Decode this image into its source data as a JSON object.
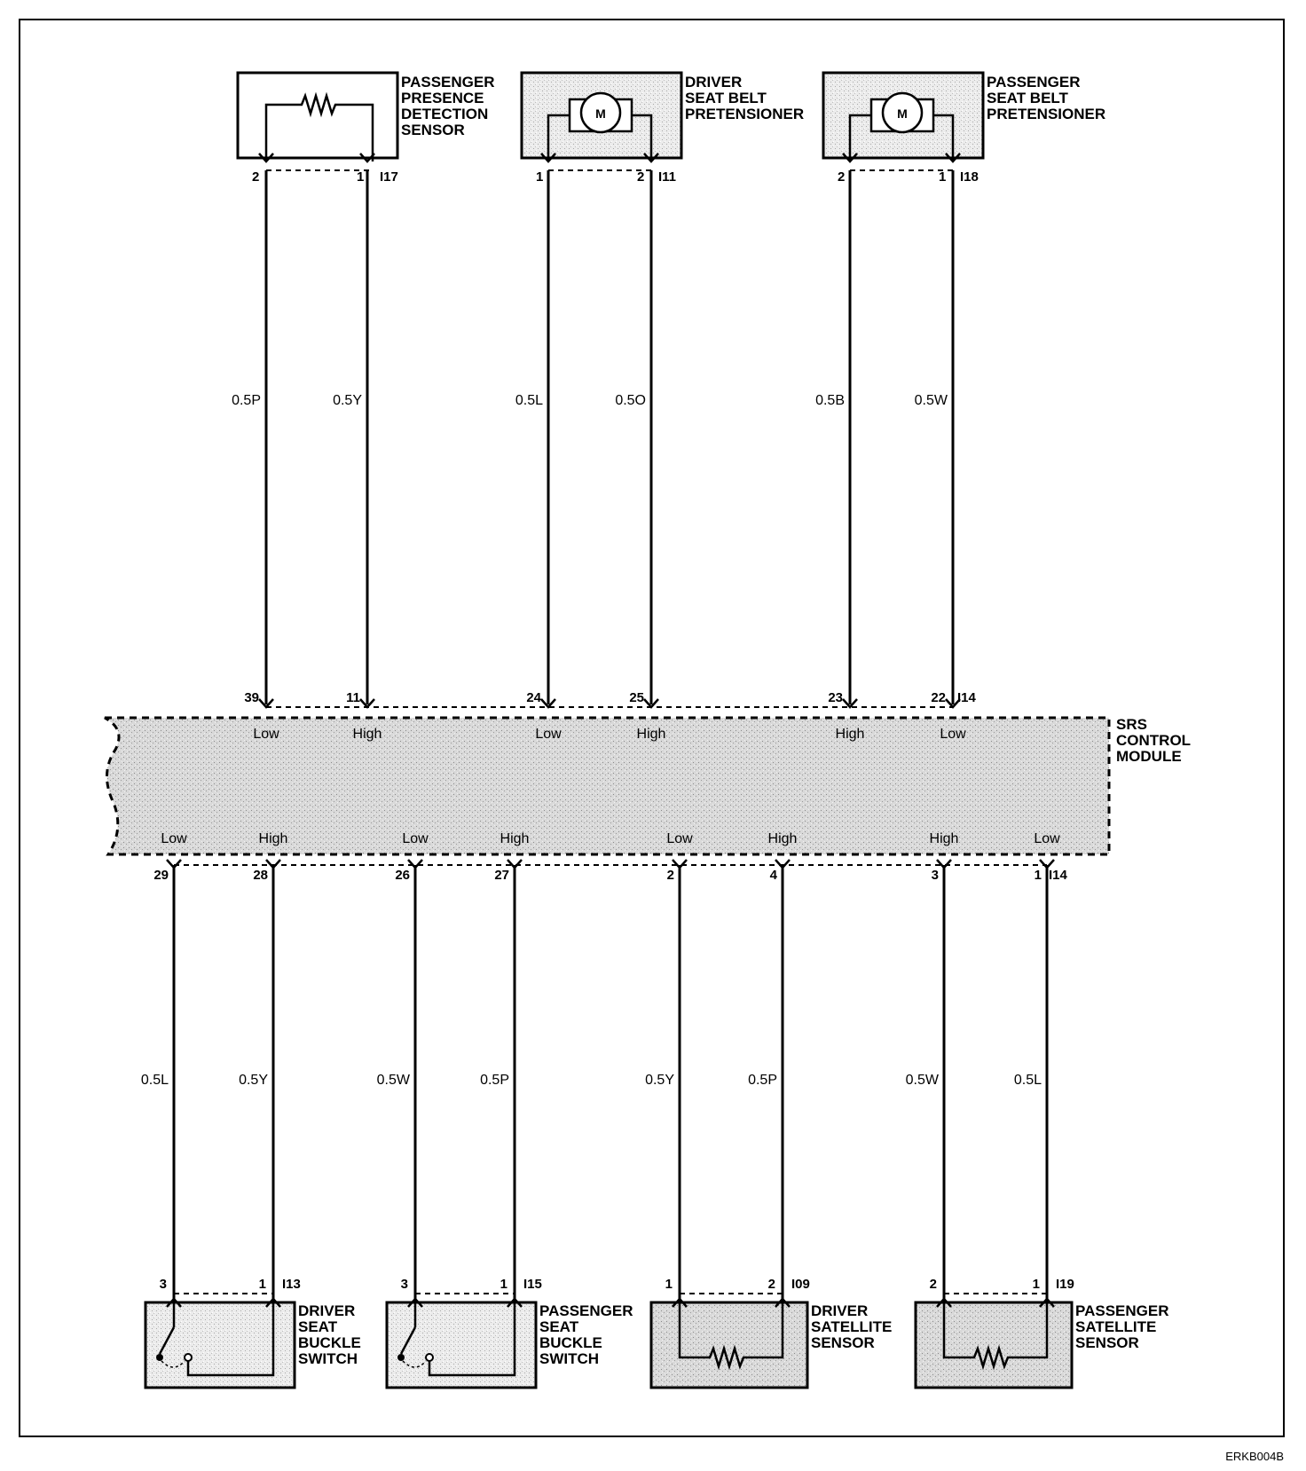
{
  "diagram_code": "ERKB004B",
  "module": {
    "name_lines": [
      "SRS",
      "CONTROL",
      "MODULE"
    ],
    "connector_top": "I14",
    "connector_bottom": "I14"
  },
  "top_components": [
    {
      "id": "ppd",
      "name_lines": [
        "PASSENGER",
        "PRESENCE",
        "DETECTION",
        "SENSOR"
      ],
      "symbol": "resistor",
      "connector": "I17",
      "pins": [
        "2",
        "1"
      ],
      "wires": [
        {
          "color": "0.5P",
          "module_pin": "39",
          "level": "Low"
        },
        {
          "color": "0.5Y",
          "module_pin": "11",
          "level": "High"
        }
      ]
    },
    {
      "id": "dsbp",
      "name_lines": [
        "DRIVER",
        "SEAT BELT",
        "PRETENSIONER"
      ],
      "symbol": "motor",
      "symbol_text": "M",
      "connector": "I11",
      "pins": [
        "1",
        "2"
      ],
      "wires": [
        {
          "color": "0.5L",
          "module_pin": "24",
          "level": "Low"
        },
        {
          "color": "0.5O",
          "module_pin": "25",
          "level": "High"
        }
      ]
    },
    {
      "id": "psbp",
      "name_lines": [
        "PASSENGER",
        "SEAT BELT",
        "PRETENSIONER"
      ],
      "symbol": "motor",
      "symbol_text": "M",
      "connector": "I18",
      "pins": [
        "2",
        "1"
      ],
      "wires": [
        {
          "color": "0.5B",
          "module_pin": "23",
          "level": "High"
        },
        {
          "color": "0.5W",
          "module_pin": "22",
          "level": "Low"
        }
      ]
    }
  ],
  "bottom_components": [
    {
      "id": "dsbs",
      "name_lines": [
        "DRIVER",
        "SEAT",
        "BUCKLE",
        "SWITCH"
      ],
      "symbol": "switch",
      "connector": "I13",
      "pins": [
        "3",
        "1"
      ],
      "wires": [
        {
          "color": "0.5L",
          "module_pin": "29",
          "level": "Low"
        },
        {
          "color": "0.5Y",
          "module_pin": "28",
          "level": "High"
        }
      ]
    },
    {
      "id": "psbs",
      "name_lines": [
        "PASSENGER",
        "SEAT",
        "BUCKLE",
        "SWITCH"
      ],
      "symbol": "switch",
      "connector": "I15",
      "pins": [
        "3",
        "1"
      ],
      "wires": [
        {
          "color": "0.5W",
          "module_pin": "26",
          "level": "Low"
        },
        {
          "color": "0.5P",
          "module_pin": "27",
          "level": "High"
        }
      ]
    },
    {
      "id": "dss",
      "name_lines": [
        "DRIVER",
        "SATELLITE",
        "SENSOR"
      ],
      "symbol": "resistor",
      "connector": "I09",
      "pins": [
        "1",
        "2"
      ],
      "wires": [
        {
          "color": "0.5Y",
          "module_pin": "2",
          "level": "Low"
        },
        {
          "color": "0.5P",
          "module_pin": "4",
          "level": "High"
        }
      ]
    },
    {
      "id": "pss",
      "name_lines": [
        "PASSENGER",
        "SATELLITE",
        "SENSOR"
      ],
      "symbol": "resistor",
      "connector": "I19",
      "pins": [
        "2",
        "1"
      ],
      "wires": [
        {
          "color": "0.5W",
          "module_pin": "3",
          "level": "High"
        },
        {
          "color": "0.5L",
          "module_pin": "1",
          "level": "Low"
        }
      ]
    }
  ]
}
